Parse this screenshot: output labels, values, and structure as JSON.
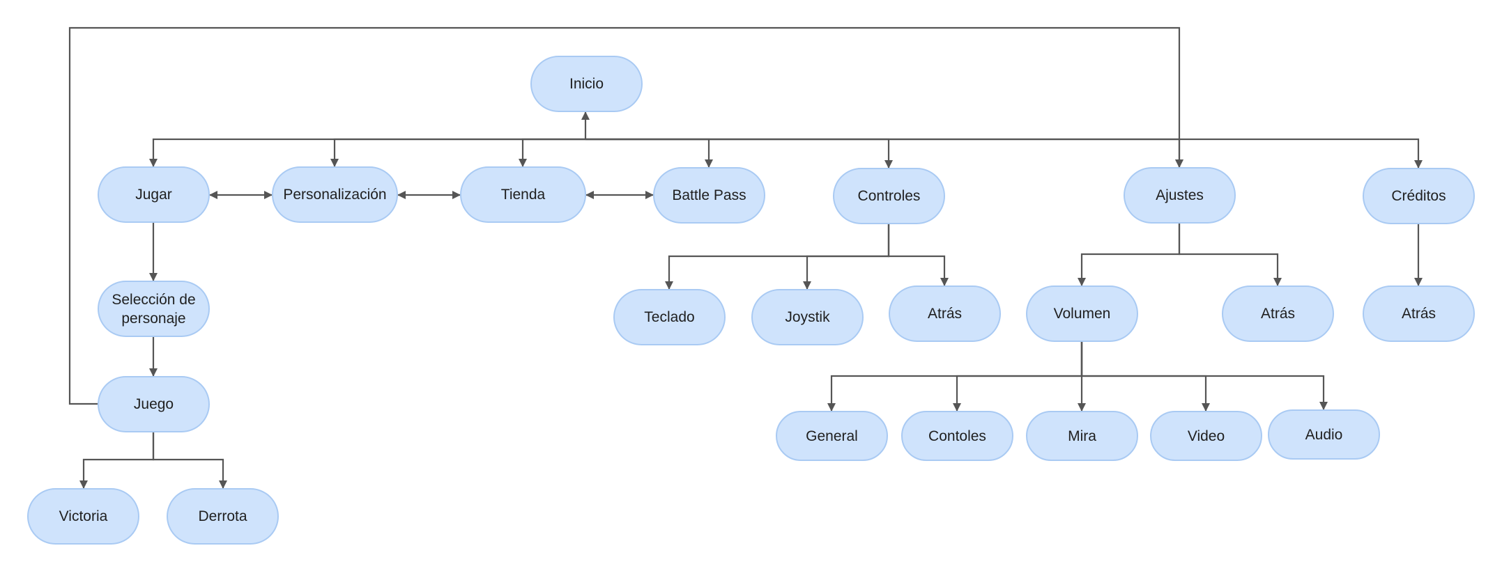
{
  "nodes": [
    {
      "id": "inicio",
      "label": "Inicio"
    },
    {
      "id": "jugar",
      "label": "Jugar"
    },
    {
      "id": "personalizacion",
      "label": "Personalización"
    },
    {
      "id": "tienda",
      "label": "Tienda"
    },
    {
      "id": "battle-pass",
      "label": "Battle Pass"
    },
    {
      "id": "controles",
      "label": "Controles"
    },
    {
      "id": "ajustes",
      "label": "Ajustes"
    },
    {
      "id": "creditos",
      "label": "Créditos"
    },
    {
      "id": "seleccion-de-personaje",
      "label": "Selección de personaje"
    },
    {
      "id": "juego",
      "label": "Juego"
    },
    {
      "id": "victoria",
      "label": "Victoria"
    },
    {
      "id": "derrota",
      "label": "Derrota"
    },
    {
      "id": "teclado",
      "label": "Teclado"
    },
    {
      "id": "joystik",
      "label": "Joystik"
    },
    {
      "id": "atras-controles",
      "label": "Atrás"
    },
    {
      "id": "volumen",
      "label": "Volumen"
    },
    {
      "id": "atras-ajustes",
      "label": "Atrás"
    },
    {
      "id": "atras-creditos",
      "label": "Atrás"
    },
    {
      "id": "general",
      "label": "General"
    },
    {
      "id": "contoles",
      "label": "Contoles"
    },
    {
      "id": "mira",
      "label": "Mira"
    },
    {
      "id": "video",
      "label": "Video"
    },
    {
      "id": "audio",
      "label": "Audio"
    }
  ],
  "edges": [
    {
      "from": "inicio",
      "to": "jugar"
    },
    {
      "from": "inicio",
      "to": "personalizacion"
    },
    {
      "from": "inicio",
      "to": "tienda"
    },
    {
      "from": "inicio",
      "to": "battle-pass"
    },
    {
      "from": "inicio",
      "to": "controles"
    },
    {
      "from": "inicio",
      "to": "ajustes"
    },
    {
      "from": "inicio",
      "to": "creditos"
    },
    {
      "from": "jugar",
      "to": "personalizacion",
      "bidirectional": true
    },
    {
      "from": "personalizacion",
      "to": "tienda",
      "bidirectional": true
    },
    {
      "from": "tienda",
      "to": "battle-pass",
      "bidirectional": true
    },
    {
      "from": "jugar",
      "to": "seleccion-de-personaje"
    },
    {
      "from": "seleccion-de-personaje",
      "to": "juego"
    },
    {
      "from": "juego",
      "to": "victoria"
    },
    {
      "from": "juego",
      "to": "derrota"
    },
    {
      "from": "juego",
      "to": "ajustes"
    },
    {
      "from": "controles",
      "to": "teclado"
    },
    {
      "from": "controles",
      "to": "joystik"
    },
    {
      "from": "controles",
      "to": "atras-controles"
    },
    {
      "from": "ajustes",
      "to": "volumen"
    },
    {
      "from": "ajustes",
      "to": "atras-ajustes"
    },
    {
      "from": "creditos",
      "to": "atras-creditos"
    },
    {
      "from": "volumen",
      "to": "general"
    },
    {
      "from": "volumen",
      "to": "contoles"
    },
    {
      "from": "volumen",
      "to": "mira"
    },
    {
      "from": "volumen",
      "to": "video"
    },
    {
      "from": "volumen",
      "to": "audio"
    }
  ],
  "colors": {
    "node_fill": "#cfe3fc",
    "node_border": "#a9caf3",
    "edge": "#555555",
    "text": "#1f1f1f"
  }
}
